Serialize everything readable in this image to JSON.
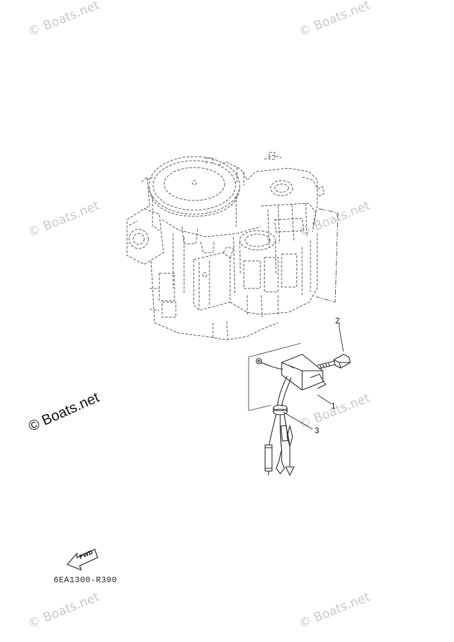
{
  "watermarks": {
    "text": "© Boats.net",
    "main_text": "© Boats.net"
  },
  "callouts": {
    "part1": "1",
    "part2": "2",
    "part3": "3"
  },
  "diagram_code": "6EA1300-R390",
  "forward_label": "FWD",
  "colors": {
    "line": "#333333",
    "watermark": "#c9c9c9",
    "background": "#ffffff"
  }
}
